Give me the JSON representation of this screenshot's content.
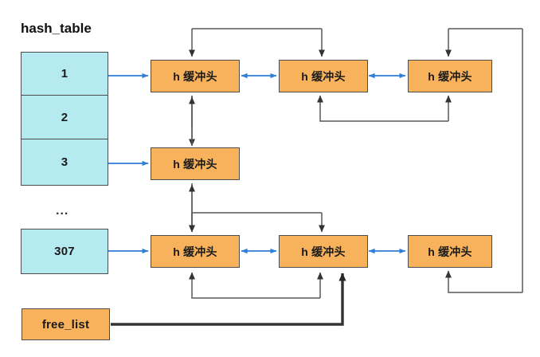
{
  "diagram": {
    "title": "hash_table",
    "ellipsis": "...",
    "colors": {
      "bucket_fill": "#b5eaf0",
      "buffer_fill": "#f8b25c",
      "stroke": "#4d4d4d",
      "blue_arrow": "#2f7ed8",
      "gray_link": "#595959",
      "free_link": "#333333"
    },
    "hash_table": {
      "label": "hash_table",
      "cells": [
        {
          "id": "bucket-1",
          "label": "1"
        },
        {
          "id": "bucket-2",
          "label": "2"
        },
        {
          "id": "bucket-3",
          "label": "3"
        },
        {
          "id": "bucket-307",
          "label": "307"
        }
      ]
    },
    "free_list": {
      "label": "free_list"
    },
    "buffers": [
      {
        "id": "buf-r1-c1",
        "label": "h 缓冲头",
        "row": 1,
        "col": 1
      },
      {
        "id": "buf-r1-c2",
        "label": "h 缓冲头",
        "row": 1,
        "col": 2
      },
      {
        "id": "buf-r1-c3",
        "label": "h 缓冲头",
        "row": 1,
        "col": 3
      },
      {
        "id": "buf-r2-c1",
        "label": "h 缓冲头",
        "row": 2,
        "col": 1
      },
      {
        "id": "buf-r3-c1",
        "label": "h 缓冲头",
        "row": 3,
        "col": 1
      },
      {
        "id": "buf-r3-c2",
        "label": "h 缓冲头",
        "row": 3,
        "col": 2
      },
      {
        "id": "buf-r3-c3",
        "label": "h 缓冲头",
        "row": 3,
        "col": 3
      }
    ]
  }
}
